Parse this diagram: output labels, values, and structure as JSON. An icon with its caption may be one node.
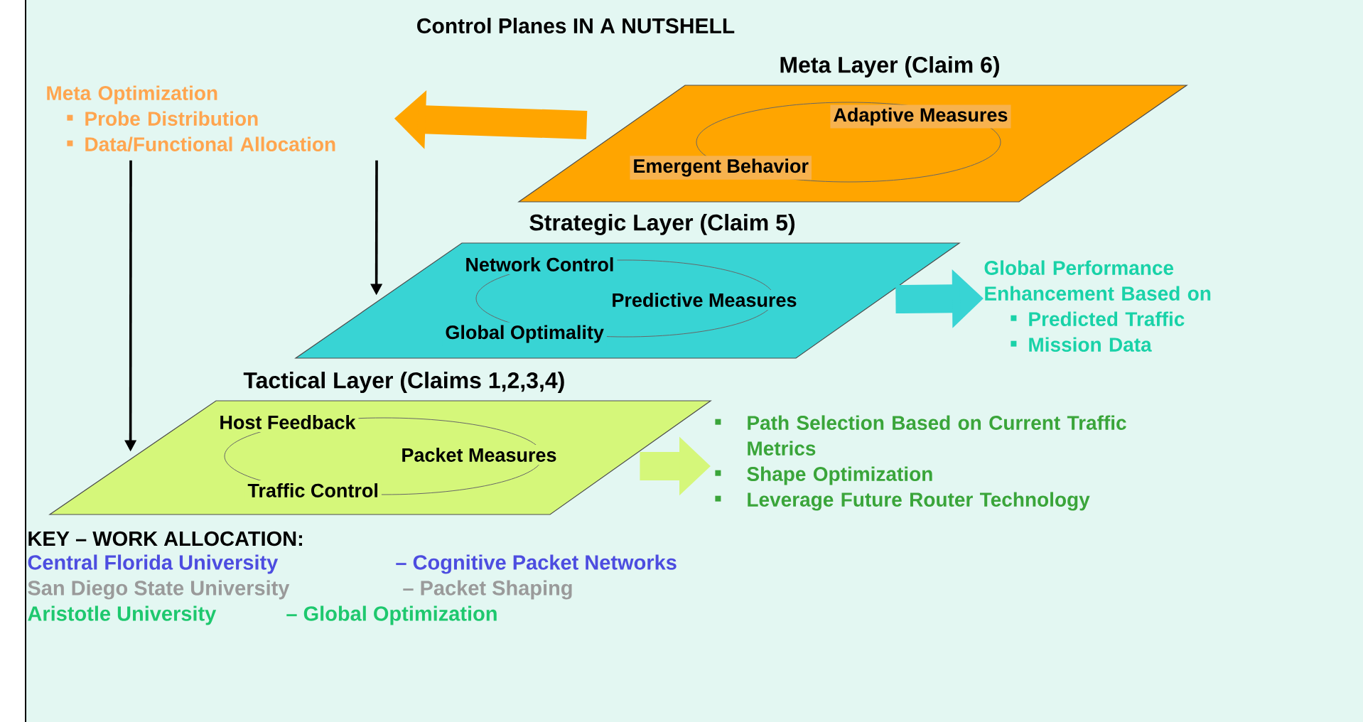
{
  "diagram": {
    "title": "Control Planes IN A NUTSHELL",
    "nodes": [
      {
        "text": [
          "Meta Layer (Claim 6)",
          "Adaptive Measures",
          "Emergent Behavior"
        ]
      },
      {
        "text": [
          "Strategic Layer (Claim 5)",
          "Network Control",
          "Predictive Measures",
          "Global Optimality"
        ]
      },
      {
        "text": [
          "Tactical Layer (Claims 1,2,3,4)",
          "Host Feedback",
          "Packet Measures",
          "Traffic Control"
        ]
      },
      {
        "text": [
          "Meta Optimization",
          "Probe Distribution",
          "Data/Functional Allocation"
        ]
      },
      {
        "text": [
          "Global Performance Enhancement Based on",
          "Predicted Traffic",
          "Mission Data"
        ]
      },
      {
        "text": [
          "Path Selection Based on Current Traffic Metrics",
          "Shape Optimization",
          "Leverage Future Router Technology"
        ]
      }
    ],
    "edges": [
      {
        "from": 0,
        "to": 3,
        "arrow": "to",
        "color": "#ffa500"
      },
      {
        "from": 3,
        "to": 1,
        "arrow": "to"
      },
      {
        "from": 3,
        "to": 2,
        "arrow": "to"
      },
      {
        "from": 1,
        "to": 4,
        "arrow": "to",
        "color": "#38d4d4"
      },
      {
        "from": 2,
        "to": 5,
        "arrow": "to",
        "color": "#d5f77a"
      }
    ],
    "labels": [
      "KEY – WORK ALLOCATION:",
      "Central Florida University",
      "– Cognitive Packet Networks",
      "San Diego State University",
      "– Packet Shaping",
      "Aristotle University",
      "– Global Optimization"
    ]
  }
}
